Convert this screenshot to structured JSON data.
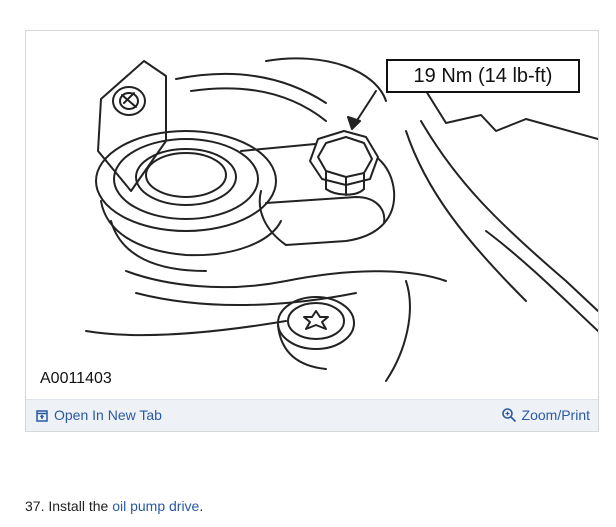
{
  "figure": {
    "torque_label": "19 Nm (14 lb-ft)",
    "code": "A0011403",
    "open_tab_label": "Open In New Tab",
    "zoom_label": "Zoom/Print"
  },
  "step": {
    "number": "37.",
    "text_before": "Install the",
    "link_text": "oil pump drive",
    "text_after": "."
  },
  "colors": {
    "link": "#2a5aa5",
    "toolbar_bg": "#eef1f5"
  }
}
